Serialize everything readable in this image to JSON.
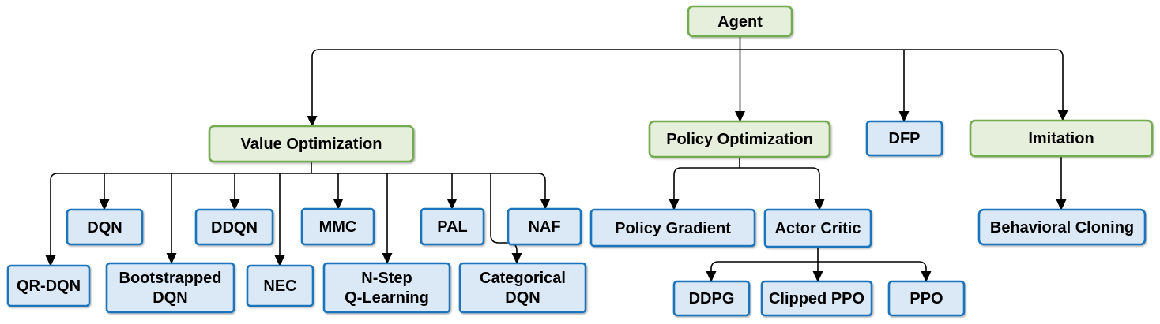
{
  "diagram": {
    "type": "flowchart-tree",
    "root": "Agent",
    "nodes": {
      "agent": {
        "label": "Agent",
        "category": "green"
      },
      "value_optimization": {
        "label": "Value Optimization",
        "category": "green"
      },
      "policy_optimization": {
        "label": "Policy Optimization",
        "category": "green"
      },
      "dfp": {
        "label": "DFP",
        "category": "blue"
      },
      "imitation": {
        "label": "Imitation",
        "category": "green"
      },
      "dqn": {
        "label": "DQN",
        "category": "blue"
      },
      "ddqn": {
        "label": "DDQN",
        "category": "blue"
      },
      "mmc": {
        "label": "MMC",
        "category": "blue"
      },
      "pal": {
        "label": "PAL",
        "category": "blue"
      },
      "naf": {
        "label": "NAF",
        "category": "blue"
      },
      "qr_dqn": {
        "label": "QR-DQN",
        "category": "blue"
      },
      "bootstrapped_dqn": {
        "label": "Bootstrapped DQN",
        "lines": [
          "Bootstrapped",
          "DQN"
        ],
        "category": "blue"
      },
      "nec": {
        "label": "NEC",
        "category": "blue"
      },
      "n_step_q_learning": {
        "label": "N-Step Q-Learning",
        "lines": [
          "N-Step",
          "Q-Learning"
        ],
        "category": "blue"
      },
      "categorical_dqn": {
        "label": "Categorical DQN",
        "lines": [
          "Categorical",
          "DQN"
        ],
        "category": "blue"
      },
      "policy_gradient": {
        "label": "Policy Gradient",
        "category": "blue"
      },
      "actor_critic": {
        "label": "Actor Critic",
        "category": "blue"
      },
      "ddpg": {
        "label": "DDPG",
        "category": "blue"
      },
      "clipped_ppo": {
        "label": "Clipped PPO",
        "category": "blue"
      },
      "ppo": {
        "label": "PPO",
        "category": "blue"
      },
      "behavioral_cloning": {
        "label": "Behavioral Cloning",
        "category": "blue"
      }
    },
    "edges": [
      [
        "agent",
        "value_optimization"
      ],
      [
        "agent",
        "policy_optimization"
      ],
      [
        "agent",
        "dfp"
      ],
      [
        "agent",
        "imitation"
      ],
      [
        "value_optimization",
        "qr_dqn"
      ],
      [
        "value_optimization",
        "dqn"
      ],
      [
        "value_optimization",
        "bootstrapped_dqn"
      ],
      [
        "value_optimization",
        "ddqn"
      ],
      [
        "value_optimization",
        "nec"
      ],
      [
        "value_optimization",
        "mmc"
      ],
      [
        "value_optimization",
        "n_step_q_learning"
      ],
      [
        "value_optimization",
        "pal"
      ],
      [
        "value_optimization",
        "categorical_dqn"
      ],
      [
        "value_optimization",
        "naf"
      ],
      [
        "policy_optimization",
        "policy_gradient"
      ],
      [
        "policy_optimization",
        "actor_critic"
      ],
      [
        "actor_critic",
        "ddpg"
      ],
      [
        "actor_critic",
        "clipped_ppo"
      ],
      [
        "actor_critic",
        "ppo"
      ],
      [
        "imitation",
        "behavioral_cloning"
      ]
    ],
    "colors": {
      "green_fill": "#e5efdb",
      "green_border": "#73ab4f",
      "blue_fill": "#dbe9f7",
      "blue_border": "#1b75bc",
      "connector": "#000000",
      "text": "#000000",
      "background": "#ffffff"
    }
  }
}
